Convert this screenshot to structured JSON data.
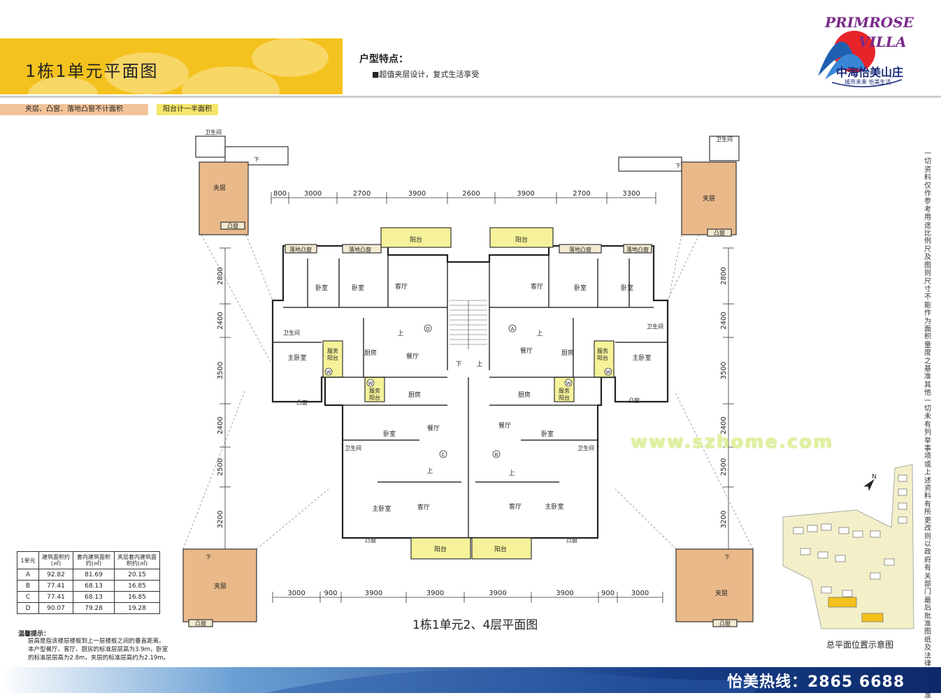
{
  "header": {
    "title": "1栋1单元平面图",
    "features_label": "户型特点：",
    "features": [
      "■超值夹层设计，复式生活享受"
    ]
  },
  "notes": {
    "no_area": "夹层、凸窗、落地凸窗不计面积",
    "half_area": "阳台计一半面积"
  },
  "logo": {
    "line1": "PRIMROSE",
    "line2": "VILLA",
    "name": "中海怡美山庄",
    "slogan": "城市未来 怡美生活"
  },
  "disclaimer": "一切资料仅作参考用途 比例尺及图则尺寸不能作为面积量度之基准 其他一切未有列举事项或上述资料有所更改 则以政府有关部门最后批准图纸及法律文件为准",
  "plan": {
    "caption": "1栋1单元2、4层平面图",
    "top_dims": [
      "800",
      "3000",
      "2700",
      "3900",
      "2600",
      "3900",
      "2700",
      "3300"
    ],
    "bottom_dims": [
      "3000",
      "900",
      "3900",
      "3900",
      "3900",
      "3900",
      "900",
      "3000"
    ],
    "left_dims": [
      "2800",
      "2400",
      "3500",
      "2400",
      "2500",
      "3200"
    ],
    "right_dims": [
      "2800",
      "2400",
      "3500",
      "2400",
      "2500",
      "3200"
    ],
    "unit_letters": [
      "D",
      "A",
      "C",
      "B"
    ],
    "rooms": {
      "balcony": "阳台",
      "bay": "落地凸窗",
      "bedroom": "卧室",
      "master": "主卧室",
      "living": "客厅",
      "dining": "餐厅",
      "kitchen": "厨房",
      "bath": "卫生间",
      "service": "服务阳台",
      "window": "凸窗",
      "mezz": "夹层",
      "up": "上",
      "down": "下",
      "washer": "W"
    }
  },
  "area_table": {
    "headers": [
      "1单元",
      "建筑面积约(㎡)",
      "套内建筑面积约(㎡)",
      "夹层套内建筑面积约(㎡)"
    ],
    "rows": [
      [
        "A",
        "92.82",
        "81.69",
        "20.15"
      ],
      [
        "B",
        "77.41",
        "68.13",
        "16.85"
      ],
      [
        "C",
        "77.41",
        "68.13",
        "16.85"
      ],
      [
        "D",
        "90.07",
        "79.28",
        "19.28"
      ]
    ]
  },
  "tips": {
    "title": "温馨提示：",
    "lines": [
      "层高是指该楼层楼板到上一层楼板之间的垂直距离。",
      "本户型餐厅、客厅、厨房的标准层层高为3.9m，卧室",
      "的标准层层高为2.8m，夹层的标准层高约为2.19m。"
    ]
  },
  "site_plan": {
    "caption": "总平面位置示意图",
    "north": "N"
  },
  "watermark": "www.szhome.com",
  "footer": {
    "hotline": "怡美热线：2865 6688"
  },
  "colors": {
    "header_yellow": "#f4c21e",
    "room_fill": "#e9b98a",
    "balcony_fill": "#f6f29a",
    "footer_blue": "#173e88"
  }
}
